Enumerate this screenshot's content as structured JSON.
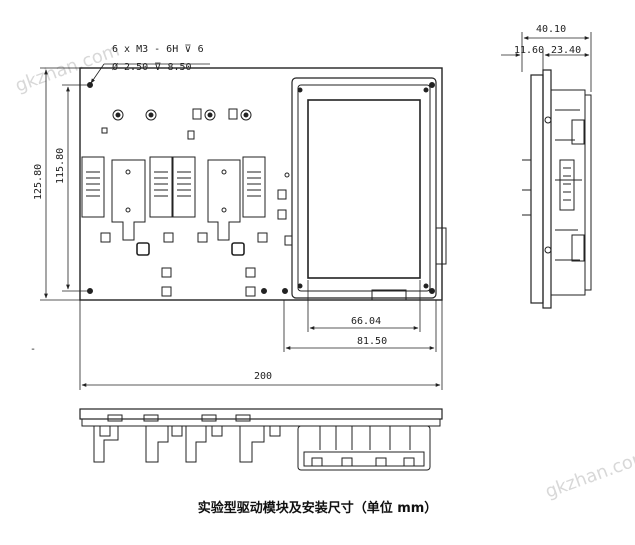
{
  "caption": "实验型驱动模块及安装尺寸（单位 mm）",
  "watermark": "gkzhan.com",
  "callout": {
    "line1": "6 x  M3 - 6H ⊽ 6",
    "line2": "Ø 2.50 ⊽ 8.50"
  },
  "dimensions": {
    "outer_height": "125.80",
    "hole_height": "115.80",
    "screen_width": "66.04",
    "screen_frame_width": "81.50",
    "board_width": "200",
    "side_total": "40.10",
    "side_left": "11.60",
    "side_right": "23.40"
  },
  "marks": {
    "left_dash": "-"
  }
}
